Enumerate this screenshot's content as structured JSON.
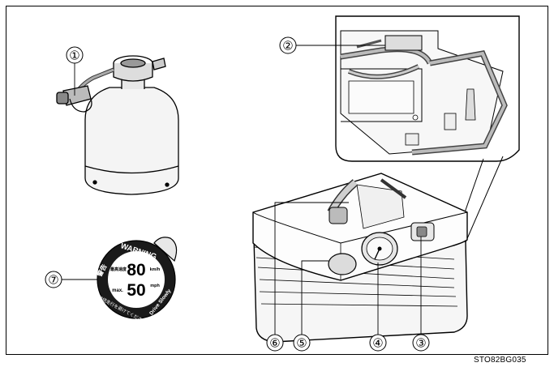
{
  "figure_code": "STO82BG035",
  "callouts": [
    {
      "id": "1",
      "label": "①"
    },
    {
      "id": "2",
      "label": "②"
    },
    {
      "id": "3",
      "label": "③"
    },
    {
      "id": "4",
      "label": "④"
    },
    {
      "id": "5",
      "label": "⑤"
    },
    {
      "id": "6",
      "label": "⑥"
    },
    {
      "id": "7",
      "label": "⑦"
    }
  ],
  "warning_sticker": {
    "heading": "WARNING",
    "side_jp": "警告",
    "limit_jp": "最高速度",
    "max_label": "max.",
    "speed_kmh": "80",
    "unit_kmh": "km/h",
    "speed_mph": "50",
    "unit_mph": "mph",
    "ring_jp": "継続走行を避けてください。",
    "ring_en": "Drive Slowly"
  }
}
